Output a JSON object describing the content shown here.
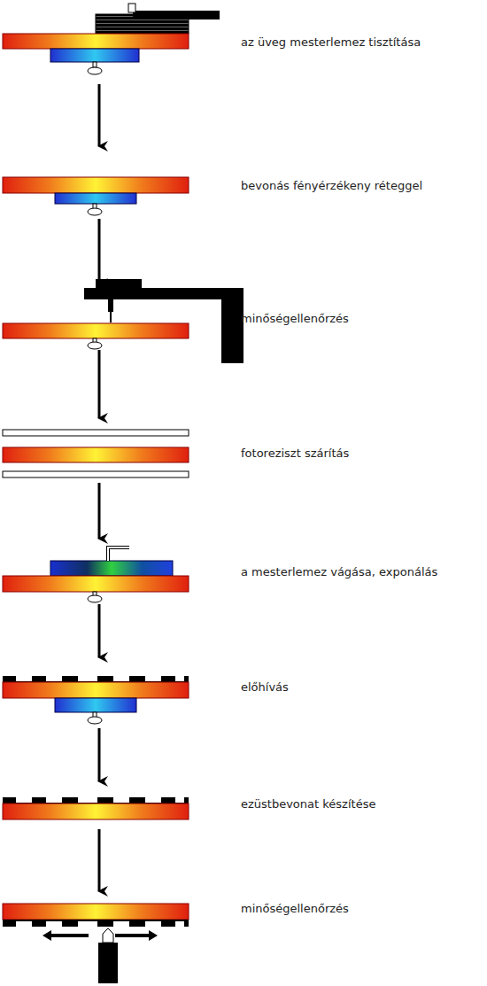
{
  "diagram": {
    "labels": [
      "az üveg mesterlemez tisztítása",
      "bevonás fényérzékeny réteggel",
      "minőségellenőrzés",
      "fotoreziszt szárítás",
      "a mesterlemez vágása, exponálás",
      "előhívás",
      "ezüstbevonat készítése",
      "minőségellenőrzés"
    ]
  }
}
